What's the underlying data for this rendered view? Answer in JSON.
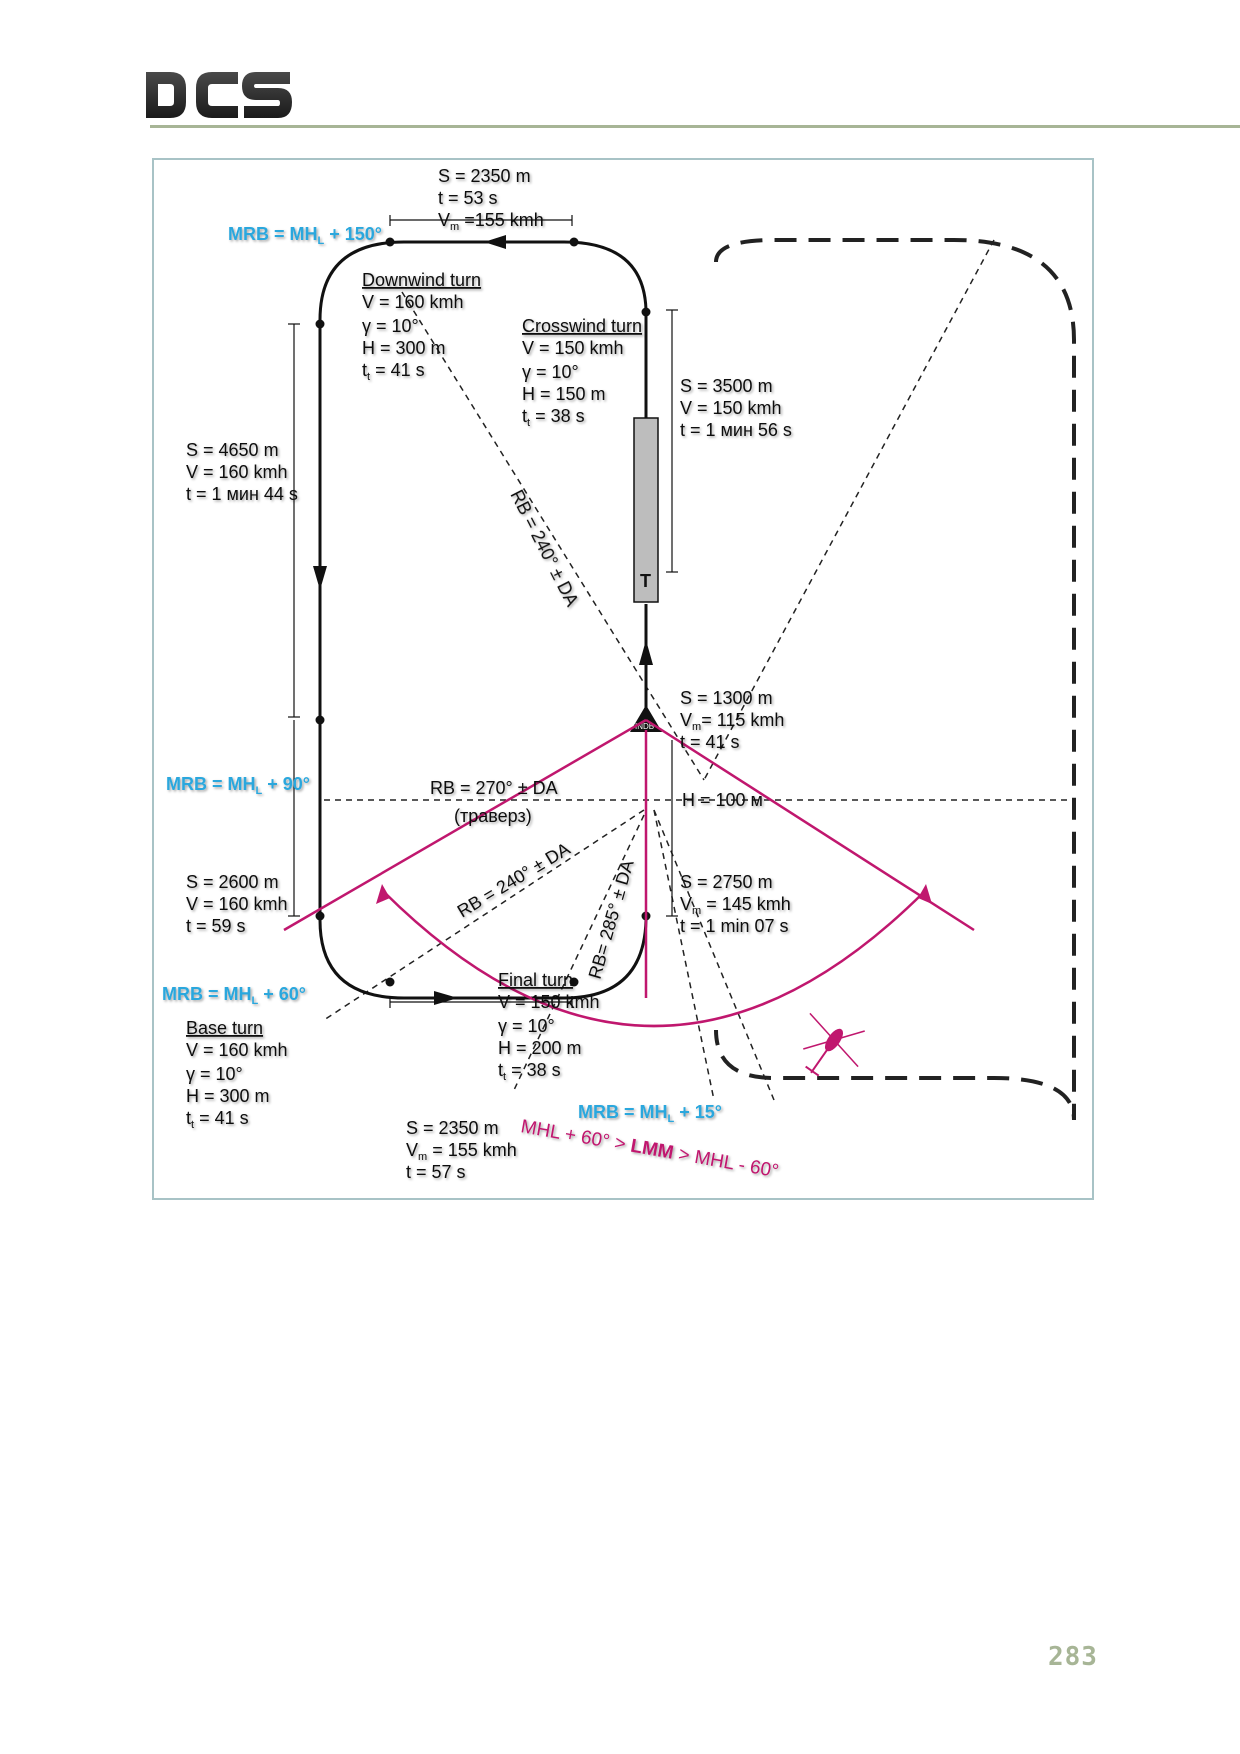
{
  "header": {
    "logo": "DCS",
    "page_number": "283"
  },
  "colors": {
    "accent_olive": "#a7b596",
    "frame_border": "#a8c3c6",
    "mrb_blue": "#2aa7dd",
    "lmm_magenta": "#c0176e",
    "runway_gray": "#bdbdbd"
  },
  "labels": {
    "top_leg": {
      "s": "S = 2350 m",
      "t": "t = 53 s",
      "v_pre": "V",
      "v_sub": "m",
      "v_post": " =155 kmh"
    },
    "downwind": {
      "title": "Downwind turn",
      "v": "V = 160 kmh",
      "g": "γ = 10°",
      "h": "H = 300 m",
      "t_pre": "t",
      "t_sub": "t",
      "t_post": " = 41 s"
    },
    "crosswind": {
      "title": "Crosswind turn",
      "v": "V = 150 kmh",
      "g": "γ = 10°",
      "h": "H = 150 m",
      "t_pre": "t",
      "t_sub": "t",
      "t_post": " = 38 s"
    },
    "upwind": {
      "s": "S = 3500 m",
      "v": "V = 150 kmh",
      "t": "t = 1 мин 56 s"
    },
    "left_leg": {
      "s": "S = 4650 m",
      "v": "V = 160 kmh",
      "t": "t = 1 мин 44 s"
    },
    "rb_240_upper": "RB = 240° ± DA",
    "climb": {
      "s": "S = 1300 m",
      "v_pre": "V",
      "v_sub": "m",
      "v_post": "= 115 kmh",
      "t": "t = 41 s"
    },
    "traverse": {
      "rb": "RB = 270° ± DA",
      "ru": "(траверз)"
    },
    "h_100": "H = 100 м",
    "ndb": "INDB",
    "left_low": {
      "s": "S = 2600 m",
      "v": "V = 160 kmh",
      "t": "t = 59 s"
    },
    "rb_240_lower": "RB = 240° ± DA",
    "rb_285": "RB= 285° ± DA",
    "right_low": {
      "s": "S = 2750 m",
      "v_pre": "V",
      "v_sub": "m",
      "v_post": " = 145 kmh",
      "t": "t = 1 min 07 s"
    },
    "final": {
      "title": "Final turn",
      "v": "V = 150 kmh",
      "g": "γ = 10°",
      "h": "H = 200 m",
      "t_pre": "t",
      "t_sub": "t",
      "t_post": " = 38 s"
    },
    "base": {
      "title": "Base turn",
      "v": "V = 160 kmh",
      "g": "γ = 10°",
      "h": "H = 300 m",
      "t_pre": "t",
      "t_sub": "t",
      "t_post": " = 41 s"
    },
    "bottom_leg": {
      "s": "S = 2350 m",
      "v_pre": "V",
      "v_sub": "m",
      "v_post": " = 155 kmh",
      "t": "t = 57 s"
    },
    "runway_t": "T",
    "mrb_150": {
      "pre": "MRB = MH",
      "sub": "L",
      "post": " + 150°"
    },
    "mrb_90": {
      "pre": "MRB = MH",
      "sub": "L",
      "post": " + 90°"
    },
    "mrb_60": {
      "pre": "MRB = MH",
      "sub": "L",
      "post": " + 60°"
    },
    "mrb_15": {
      "pre": "MRB = MH",
      "sub": "L",
      "post": " + 15°"
    },
    "arc": {
      "left": "MHL + 60° > ",
      "mid": "LMM",
      "right": " > MHL - 60°"
    }
  }
}
